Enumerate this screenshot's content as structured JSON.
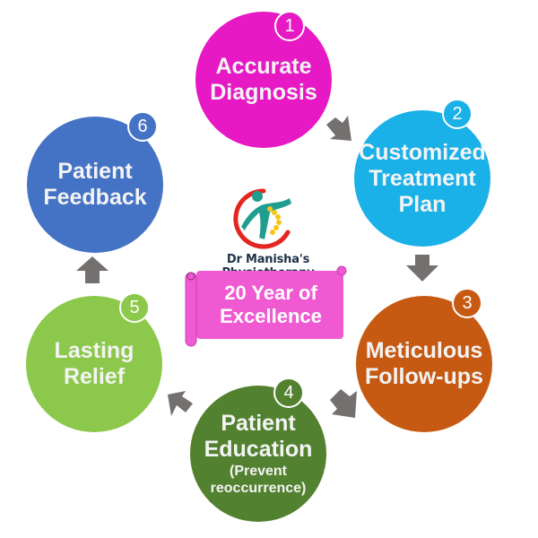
{
  "diagram": {
    "title": "Physiotherapy care cycle",
    "steps": [
      {
        "number": "1",
        "title": "Accurate Diagnosis",
        "lines": [
          "Accurate",
          "Diagnosis"
        ],
        "sub": [],
        "color": "#e619c4"
      },
      {
        "number": "2",
        "title": "Customized Treatment Plan",
        "lines": [
          "Customized",
          "Treatment",
          "Plan"
        ],
        "sub": [],
        "color": "#1ab0e8"
      },
      {
        "number": "3",
        "title": "Meticulous Follow-ups",
        "lines": [
          "Meticulous",
          "Follow-ups"
        ],
        "sub": [],
        "color": "#c75a12"
      },
      {
        "number": "4",
        "title": "Patient Education",
        "lines": [
          "Patient",
          "Education"
        ],
        "sub": [
          "(Prevent",
          "reoccurrence)"
        ],
        "color": "#528230"
      },
      {
        "number": "5",
        "title": "Lasting Relief",
        "lines": [
          "Lasting",
          "Relief"
        ],
        "sub": [],
        "color": "#8cc84b"
      },
      {
        "number": "6",
        "title": "Patient Feedback",
        "lines": [
          "Patient",
          "Feedback"
        ],
        "sub": [],
        "color": "#4472c4"
      }
    ],
    "arrow_color": "#757070",
    "flow": "clockwise"
  },
  "center": {
    "brand": "Dr Manisha's Physiotherapy",
    "banner_lines": [
      "20 Year of",
      "Excellence"
    ],
    "banner_color": "#ef5ad3",
    "logo_colors": {
      "ring": "#e3261f",
      "figure": "#1f9e8f",
      "dots": "#f5c518"
    }
  }
}
